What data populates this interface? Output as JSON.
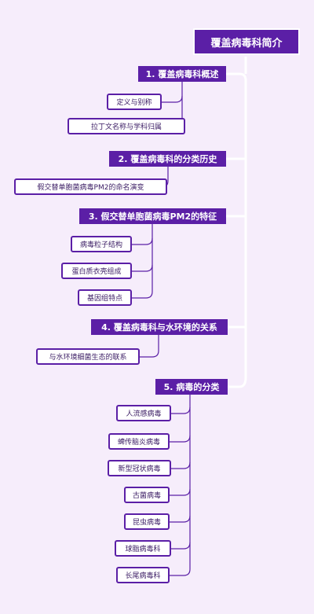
{
  "colors": {
    "background": "#f6edfb",
    "node_fill": "#5b1fa6",
    "line_main": "#ffffff",
    "line_sub": "#5b1fa6"
  },
  "root": "覆盖病毒科简介",
  "branches": [
    {
      "title": "1. 覆盖病毒科概述",
      "children": [
        "定义与别称",
        "拉丁文名称与学科归属"
      ]
    },
    {
      "title": "2. 覆盖病毒科的分类历史",
      "children": [
        "假交替单胞菌病毒PM2的命名演变"
      ]
    },
    {
      "title": "3. 假交替单胞菌病毒PM2的特征",
      "children": [
        "病毒粒子结构",
        "蛋白质衣壳组成",
        "基因组特点"
      ]
    },
    {
      "title": "4. 覆盖病毒科与水环境的关系",
      "children": [
        "与水环境细菌生态的联系"
      ]
    },
    {
      "title": "5. 病毒的分类",
      "children": [
        "人流感病毒",
        "蜱传脑炎病毒",
        "新型冠状病毒",
        "古菌病毒",
        "昆虫病毒",
        "球脂病毒科",
        "长尾病毒科"
      ]
    }
  ]
}
